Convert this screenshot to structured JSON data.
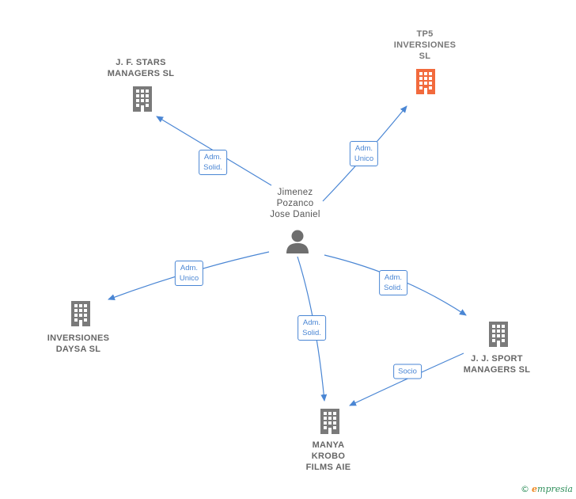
{
  "colors": {
    "edge": "#4a86d4",
    "company": "#7a7a7a",
    "highlight": "#f26a3d",
    "person": "#6e6e6e"
  },
  "nodes": {
    "jf_stars": {
      "line1": "J.  F. STARS",
      "line2": "MANAGERS SL",
      "icon": "building-icon"
    },
    "tp5": {
      "line1": "TP5",
      "line2": "INVERSIONES",
      "line3": "SL",
      "icon": "building-icon"
    },
    "person": {
      "line1": "Jimenez",
      "line2": "Pozanco",
      "line3": "Jose Daniel",
      "icon": "person-icon"
    },
    "inversiones_daysa": {
      "line1": "INVERSIONES",
      "line2": "DAYSA  SL",
      "icon": "building-icon"
    },
    "jj_sport": {
      "line1": "J.  J. SPORT",
      "line2": "MANAGERS SL",
      "icon": "building-icon"
    },
    "manya_krobo": {
      "line1": "MANYA",
      "line2": "KROBO",
      "line3": "FILMS AIE",
      "icon": "building-icon"
    }
  },
  "edges": {
    "to_jf_stars": {
      "line1": "Adm.",
      "line2": "Solid."
    },
    "to_tp5": {
      "line1": "Adm.",
      "line2": "Unico"
    },
    "to_daysa": {
      "line1": "Adm.",
      "line2": "Unico"
    },
    "to_manya": {
      "line1": "Adm.",
      "line2": "Solid."
    },
    "to_jj_sport": {
      "line1": "Adm.",
      "line2": "Solid."
    },
    "jj_to_manya": {
      "line1": "Socio"
    }
  },
  "brand": {
    "copyright": "©",
    "initial": "e",
    "rest": "mpresia"
  }
}
